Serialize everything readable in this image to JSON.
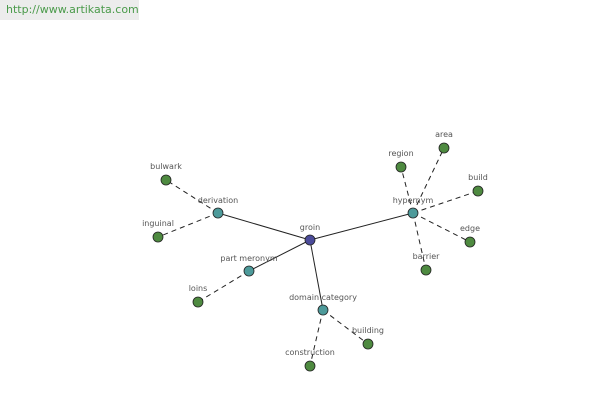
{
  "header": {
    "url": "http://www.artikata.com"
  },
  "graph": {
    "colors": {
      "center": "#4b4b9a",
      "relation": "#4d9a9a",
      "leaf": "#4e8a40",
      "edge": "#222222"
    },
    "nodes": [
      {
        "id": "groin",
        "label": "groin",
        "kind": "center"
      },
      {
        "id": "derivation",
        "label": "derivation",
        "kind": "relation"
      },
      {
        "id": "hypernym",
        "label": "hypernym",
        "kind": "relation"
      },
      {
        "id": "part_meronym",
        "label": "part meronym",
        "kind": "relation"
      },
      {
        "id": "domain_category",
        "label": "domain category",
        "kind": "relation"
      },
      {
        "id": "bulwark",
        "label": "bulwark",
        "kind": "leaf"
      },
      {
        "id": "inguinal",
        "label": "inguinal",
        "kind": "leaf"
      },
      {
        "id": "loins",
        "label": "loins",
        "kind": "leaf"
      },
      {
        "id": "region",
        "label": "region",
        "kind": "leaf"
      },
      {
        "id": "area",
        "label": "area",
        "kind": "leaf"
      },
      {
        "id": "build",
        "label": "build",
        "kind": "leaf"
      },
      {
        "id": "edge",
        "label": "edge",
        "kind": "leaf"
      },
      {
        "id": "barrier",
        "label": "barrier",
        "kind": "leaf"
      },
      {
        "id": "building",
        "label": "building",
        "kind": "leaf"
      },
      {
        "id": "construction",
        "label": "construction",
        "kind": "leaf"
      }
    ],
    "edges": [
      {
        "from": "groin",
        "to": "derivation",
        "style": "solid"
      },
      {
        "from": "groin",
        "to": "hypernym",
        "style": "solid"
      },
      {
        "from": "groin",
        "to": "part_meronym",
        "style": "solid"
      },
      {
        "from": "groin",
        "to": "domain_category",
        "style": "solid"
      },
      {
        "from": "derivation",
        "to": "bulwark",
        "style": "dashed"
      },
      {
        "from": "derivation",
        "to": "inguinal",
        "style": "dashed"
      },
      {
        "from": "part_meronym",
        "to": "loins",
        "style": "dashed"
      },
      {
        "from": "hypernym",
        "to": "region",
        "style": "dashed"
      },
      {
        "from": "hypernym",
        "to": "area",
        "style": "dashed"
      },
      {
        "from": "hypernym",
        "to": "build",
        "style": "dashed"
      },
      {
        "from": "hypernym",
        "to": "edge",
        "style": "dashed"
      },
      {
        "from": "hypernym",
        "to": "barrier",
        "style": "dashed"
      },
      {
        "from": "domain_category",
        "to": "building",
        "style": "dashed"
      },
      {
        "from": "domain_category",
        "to": "construction",
        "style": "dashed"
      }
    ]
  }
}
